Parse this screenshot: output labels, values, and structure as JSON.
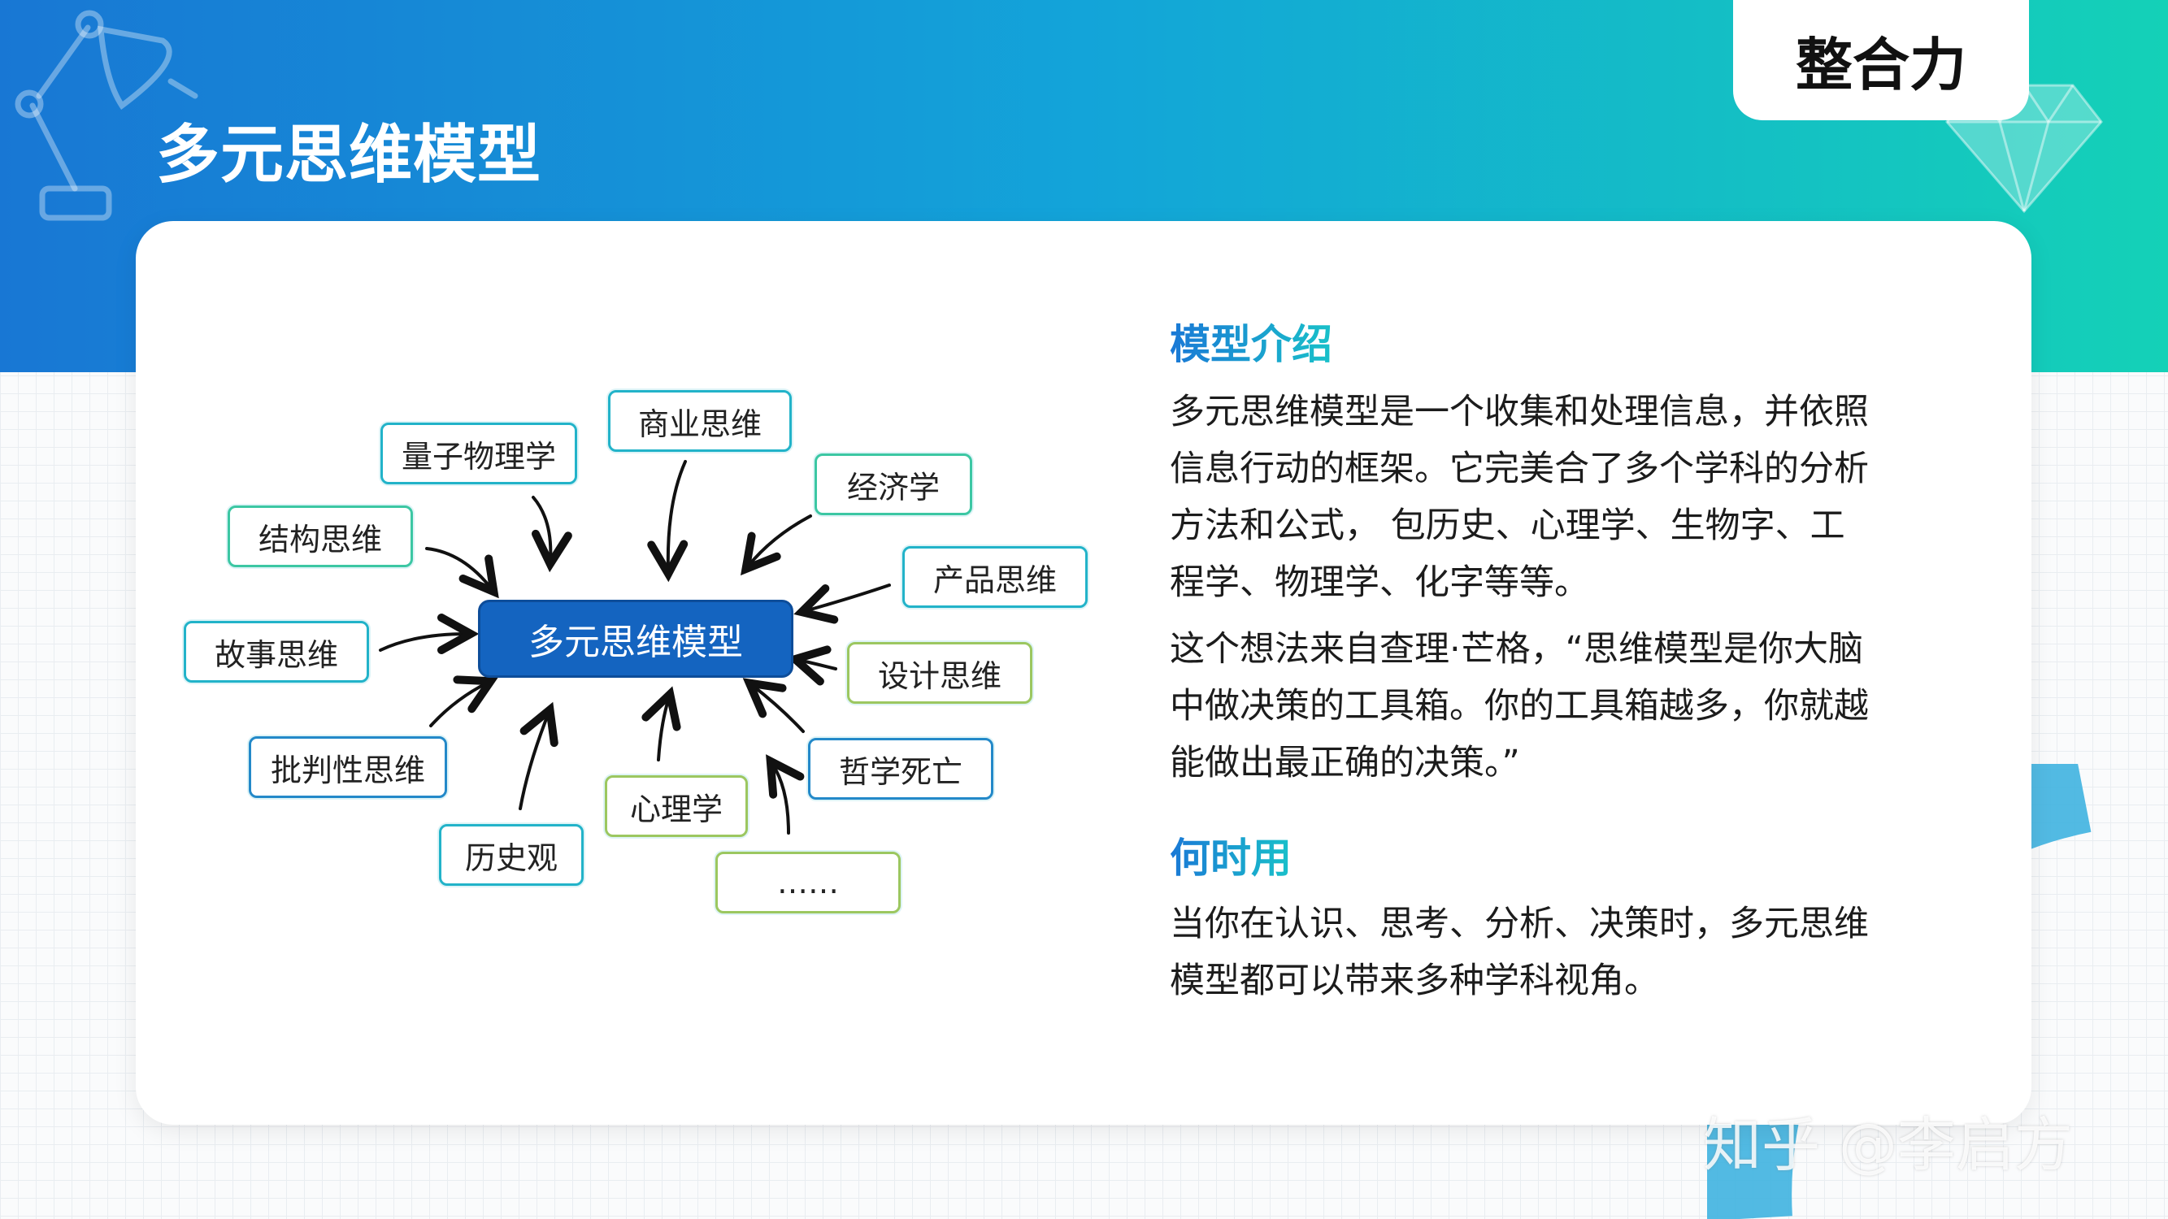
{
  "header": {
    "title": "多元思维模型",
    "tag": "整合力"
  },
  "colors": {
    "banner_start": "#1877d4",
    "banner_end": "#14d1b7",
    "center_node": "#1464c0",
    "heading_gradient": [
      "#1a78d6",
      "#19c1c9"
    ]
  },
  "diagram": {
    "center": "多元思维模型",
    "nodes": {
      "quantum_physics": "量子物理学",
      "business_thinking": "商业思维",
      "economics": "经济学",
      "structural_thinking": "结构思维",
      "product_thinking": "产品思维",
      "story_thinking": "故事思维",
      "design_thinking": "设计思维",
      "critical_thinking": "批判性思维",
      "philosophy_of_death": "哲学死亡",
      "psychology": "心理学",
      "history_view": "历史观",
      "more": "……"
    }
  },
  "content": {
    "intro_heading": "模型介绍",
    "intro_lines": [
      "多元思维模型是一个收集和处理信息，并依照",
      "信息行动的框架。它完美合了多个学科的分析",
      "方法和公式，  包历史、心理学、生物字、工",
      "程学、物理学、化字等等。"
    ],
    "quote_lines": [
      "这个想法来自查理·芒格，“思维模型是你大脑",
      "中做决策的工具箱。你的工具箱越多，你就越",
      "能做出最正确的决策。”"
    ],
    "when_heading": "何时用",
    "when_lines": [
      "当你在认识、思考、分析、决策时，多元思维",
      "模型都可以带来多种学科视角。"
    ]
  },
  "watermark": "知乎 @李启方"
}
